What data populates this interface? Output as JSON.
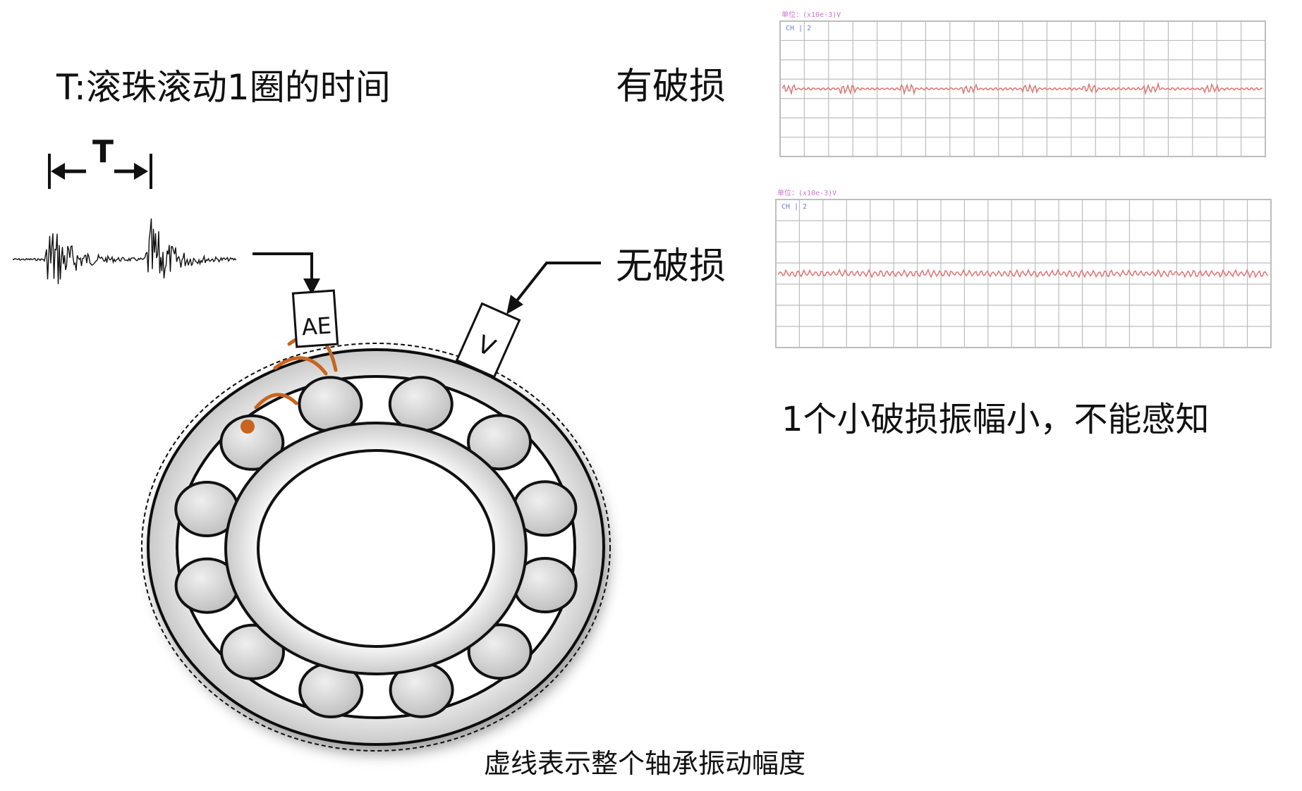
{
  "labels": {
    "definition": "T:滚珠滚动1圈的时间",
    "period": "T",
    "damaged": "有破损",
    "undamaged": "无破损",
    "note": "1个小破损振幅小，不能感知",
    "caption": "虚线表示整个轴承振动幅度",
    "sensor_ae": "AE",
    "sensor_v": "V"
  },
  "scopes": {
    "damaged": {
      "unit": "单位：(x10e-3)V",
      "ch_label": "CH",
      "ch_value": "2"
    },
    "undamaged": {
      "unit": "单位：(x10e-3)V",
      "ch_label": "CH",
      "ch_value": "2"
    }
  },
  "colors": {
    "waveform": "#e07a7a",
    "grid": "#bdbdbd",
    "ring_fill": "#eeeeee",
    "ball_fill": "#dadada",
    "signal_arc": "#c8641e",
    "ink": "#111111"
  },
  "icons": {
    "sensor_ae": "ae-sensor-icon",
    "sensor_v": "vibration-sensor-icon"
  }
}
